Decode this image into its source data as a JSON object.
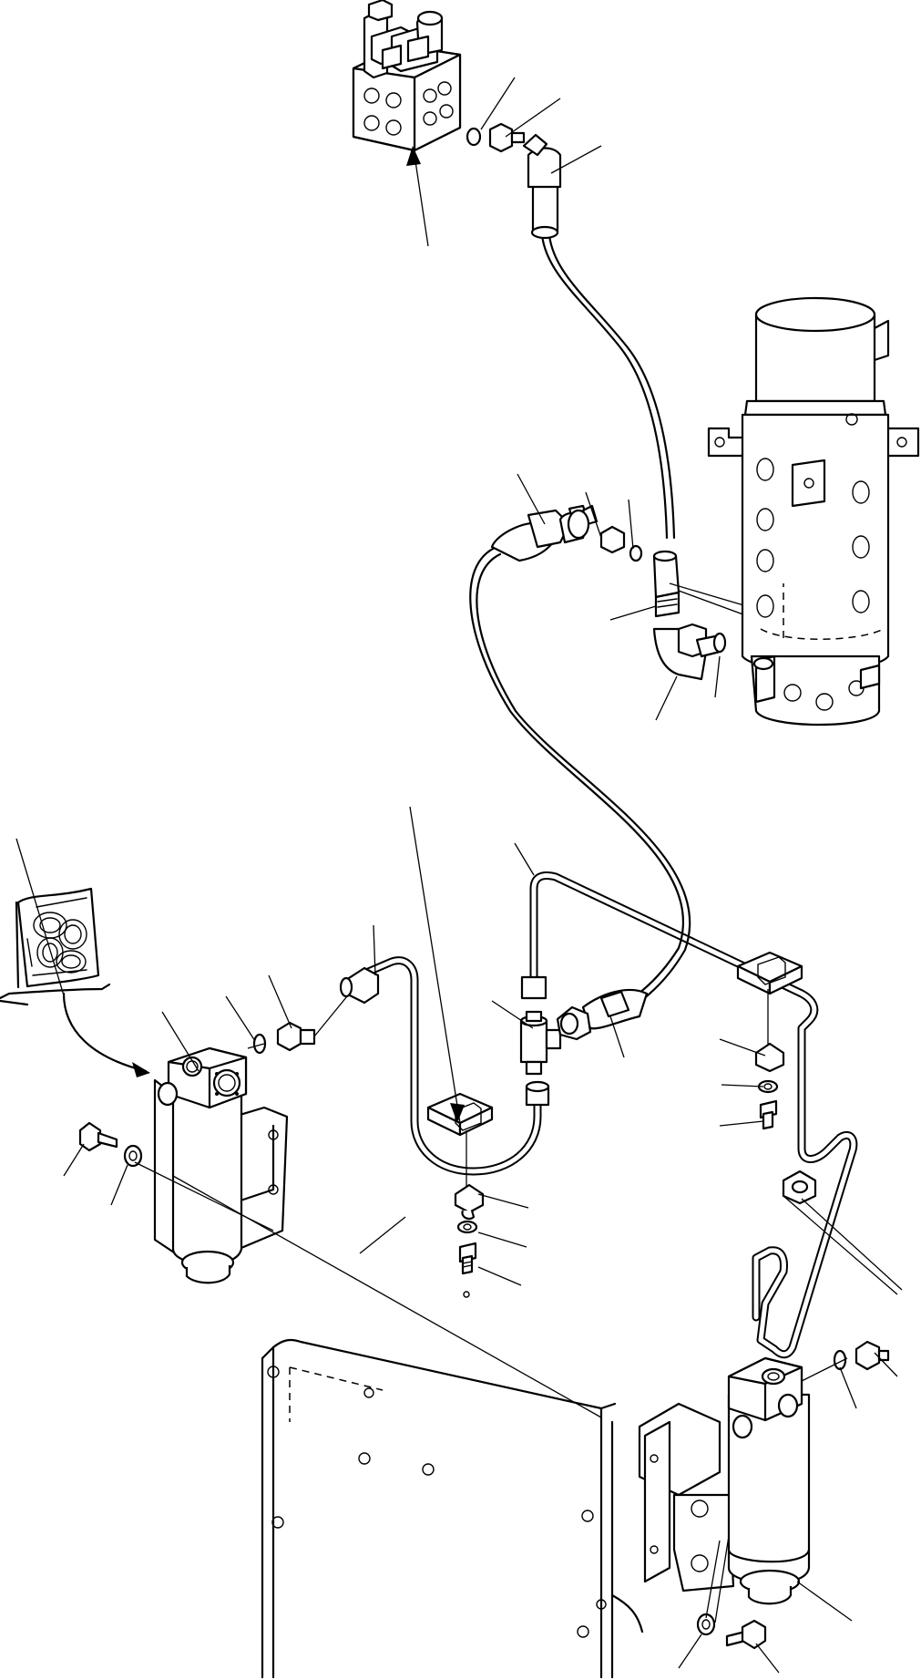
{
  "figure": {
    "type": "exploded parts diagram",
    "colors": {
      "line": "#000000",
      "background": "#ffffff"
    },
    "components": [
      "control-valve-block",
      "swivel-joint",
      "left-filter-assembly",
      "right-filter-assembly",
      "seal-kit-bag",
      "frame-bracket",
      "hydraulic-hoses",
      "steel-pipes",
      "pipe-clamps",
      "fittings-and-o-rings",
      "mounting-bolts-and-washers"
    ]
  }
}
